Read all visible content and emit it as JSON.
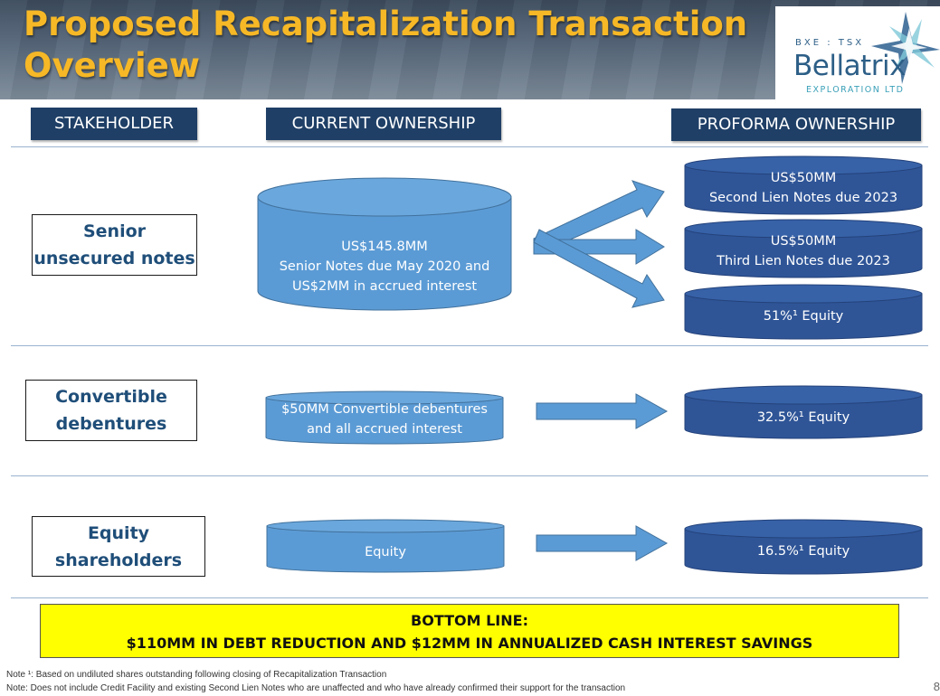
{
  "slide": {
    "title_line1": "Proposed Recapitalization Transaction",
    "title_line2": "Overview",
    "page_number": "8"
  },
  "logo": {
    "ticker": "BXE : TSX",
    "name": "Bellatrix",
    "subtitle": "EXPLORATION LTD"
  },
  "columns": {
    "stakeholder": "STAKEHOLDER",
    "current": "CURRENT OWNERSHIP",
    "proforma": "PROFORMA OWNERSHIP"
  },
  "rows": [
    {
      "stakeholder": [
        "Senior",
        "unsecured notes"
      ],
      "current": [
        "US$145.8MM",
        "Senior Notes due May 2020 and",
        "US$2MM in accrued interest"
      ],
      "proforma": [
        [
          "US$50MM",
          "Second Lien Notes due 2023"
        ],
        [
          "US$50MM",
          "Third Lien Notes due 2023"
        ],
        [
          "51%¹ Equity"
        ]
      ]
    },
    {
      "stakeholder": [
        "Convertible",
        "debentures"
      ],
      "current": [
        "$50MM Convertible debentures",
        "and all accrued interest"
      ],
      "proforma": [
        [
          "32.5%¹ Equity"
        ]
      ]
    },
    {
      "stakeholder": [
        "Equity",
        "shareholders"
      ],
      "current": [
        "Equity"
      ],
      "proforma": [
        [
          "16.5%¹ Equity"
        ]
      ]
    }
  ],
  "bottom_line": {
    "line1": "BOTTOM LINE:",
    "line2": "$110MM IN DEBT REDUCTION AND $12MM IN ANNUALIZED CASH INTEREST SAVINGS"
  },
  "notes": {
    "note1": "Note ¹: Based on undiluted shares outstanding following closing of Recapitalization Transaction",
    "note2": "Note: Does not include Credit Facility and existing Second Lien Notes who are unaffected and who have already confirmed their support for the transaction"
  },
  "colors": {
    "current_fill": "#5b9bd5",
    "proforma_fill": "#2f5597",
    "header_bar": "#1f3f66",
    "title_text": "#f6b826",
    "highlight": "#ffff00"
  }
}
